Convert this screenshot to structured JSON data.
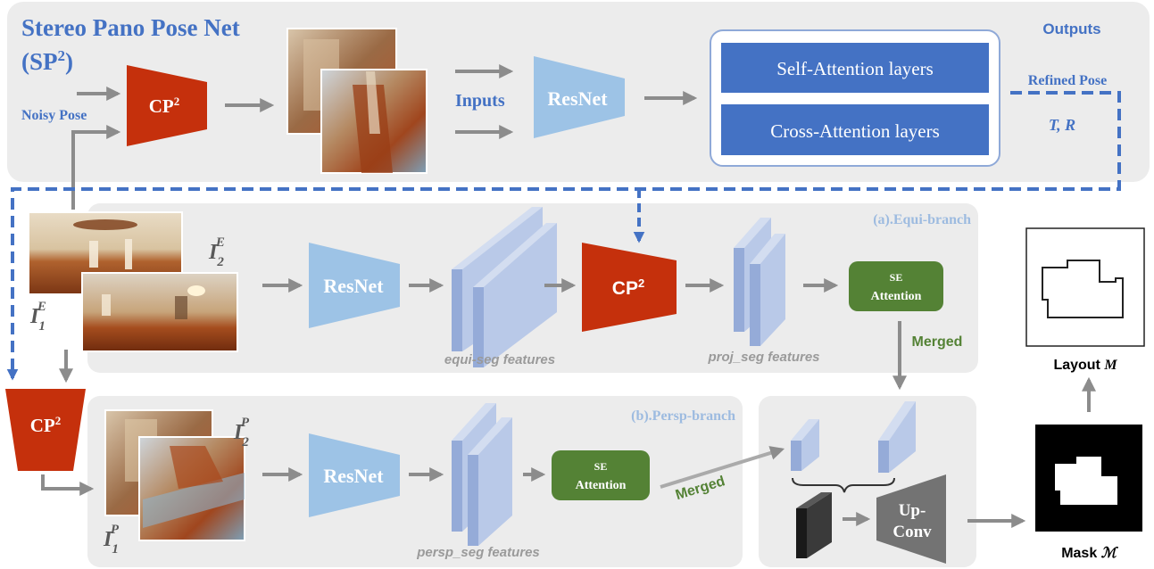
{
  "top": {
    "title_line1": "Stereo Pano Pose Net",
    "title_line2": "(SP",
    "title_sup": "2",
    "title_close": ")",
    "noisy_pose": "Noisy Pose",
    "cp2_base": "CP",
    "cp2_sup": "2",
    "inputs": "Inputs",
    "resnet": "ResNet",
    "self_attention": "Self-Attention layers",
    "cross_attention": "Cross-Attention layers",
    "outputs": "Outputs",
    "refined_pose": "Refined Pose",
    "tr": "T, R"
  },
  "equi": {
    "label": "(a).Equi-branch",
    "resnet": "ResNet",
    "cp2_base": "CP",
    "cp2_sup": "2",
    "se_line1": "SE",
    "se_line2": "Attention",
    "equi_features": "equi-seg  features",
    "proj_features": "proj_seg features",
    "merged": "Merged",
    "i2_base": "I",
    "i2_sub": "2",
    "i2_sup": "E",
    "i1_base": "I",
    "i1_sub": "1",
    "i1_sup": "E"
  },
  "persp": {
    "label": "(b).Persp-branch",
    "resnet": "ResNet",
    "cp2_base": "CP",
    "cp2_sup": "2",
    "se_line1": "SE",
    "se_line2": "Attention",
    "persp_features": "persp_seg features",
    "merged": "Merged",
    "i2_base": "I",
    "i2_sub": "2",
    "i2_sup": "P",
    "i1_base": "I",
    "i1_sub": "1",
    "i1_sup": "P"
  },
  "fusion": {
    "upconv_line1": "Up-",
    "upconv_line2": "Conv"
  },
  "outputs": {
    "layout_label": "Layout ",
    "layout_symbol": "M",
    "mask_label": "Mask ",
    "mask_symbol": "ℳ"
  },
  "colors": {
    "blue_text": "#4472c4",
    "cp2_red": "#c0290b",
    "resnet_blue": "#9dc3e6",
    "attention_blue": "#4472c4",
    "se_green": "#548235",
    "panel_gray": "#ececec",
    "arrow_gray": "#8c8c8c"
  }
}
